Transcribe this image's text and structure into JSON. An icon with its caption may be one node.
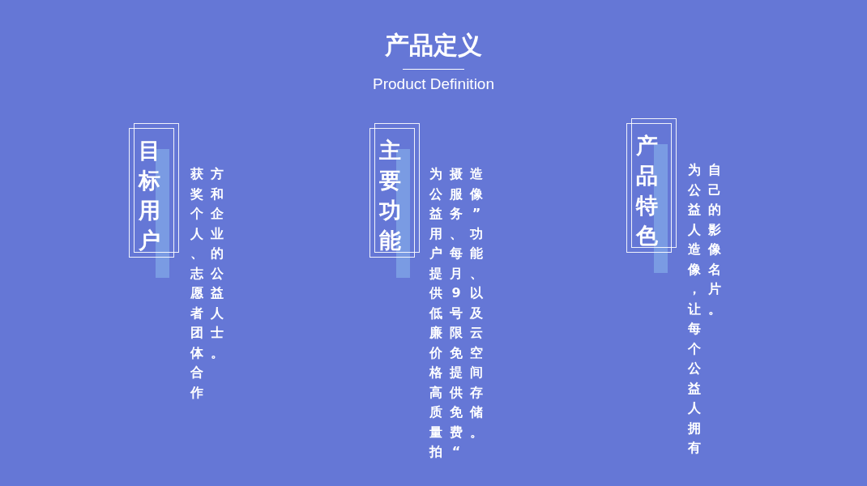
{
  "diagram": {
    "title": "产品定义",
    "nodes": [
      {
        "text": [
          "目标用户"
        ],
        "beside": [
          "获奖个人、志愿者团体合作方和企业的公益人士。"
        ]
      },
      {
        "text": [
          "主要功能"
        ],
        "beside": [
          "为公益用户提供低廉价格高质量拍摄服务、每月9号限免提供免费“造像”功能、以及云空间存储。"
        ]
      },
      {
        "text": [
          "产品特色"
        ],
        "beside": [
          "为公益人造像，让每个公益人拥有自己的影像名片。"
        ]
      }
    ],
    "labels": [
      "Product Definition"
    ]
  }
}
